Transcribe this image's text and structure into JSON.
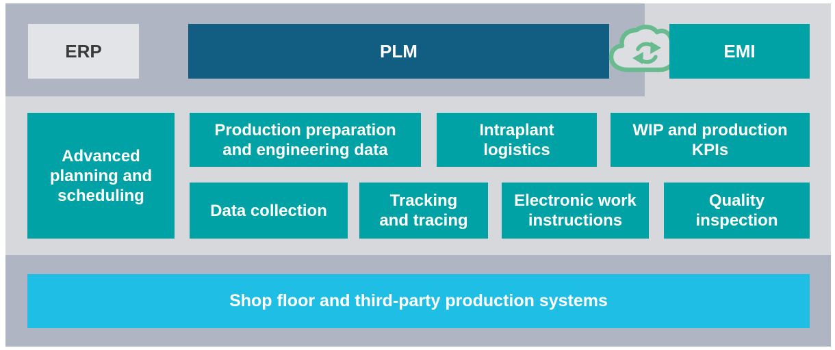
{
  "colors": {
    "band_blue_gray": "#afb5c3",
    "panel_light_gray": "#d6d8db",
    "teal": "#00a2a6",
    "petrol_blue": "#125e82",
    "erp_box_gray": "#e2e4e8",
    "cyan": "#1fbfe5",
    "cloud_green": "#67bb8f",
    "erp_text": "#3a3a3a",
    "box_text": "#ffffff"
  },
  "top_row": {
    "erp_label": "ERP",
    "plm_label": "PLM",
    "emi_label": "EMI",
    "cloud_icon": "cloud-sync-icon"
  },
  "modules": {
    "aps": {
      "label": "Advanced planning and scheduling",
      "lines": [
        "Advanced",
        "planning and",
        "scheduling"
      ]
    },
    "row1": [
      {
        "label": "Production preparation and engineering data",
        "lines": [
          "Production preparation",
          "and engineering data"
        ]
      },
      {
        "label": "Intraplant logistics",
        "lines": [
          "Intraplant",
          "logistics"
        ]
      },
      {
        "label": "WIP and production KPIs",
        "lines": [
          "WIP and production",
          "KPIs"
        ]
      }
    ],
    "row2": [
      {
        "label": "Data collection",
        "lines": [
          "Data collection"
        ]
      },
      {
        "label": "Tracking and tracing",
        "lines": [
          "Tracking",
          "and tracing"
        ]
      },
      {
        "label": "Electronic work instructions",
        "lines": [
          "Electronic work",
          "instructions"
        ]
      },
      {
        "label": "Quality inspection",
        "lines": [
          "Quality",
          "inspection"
        ]
      }
    ]
  },
  "bottom": {
    "label": "Shop floor and third-party production systems"
  }
}
